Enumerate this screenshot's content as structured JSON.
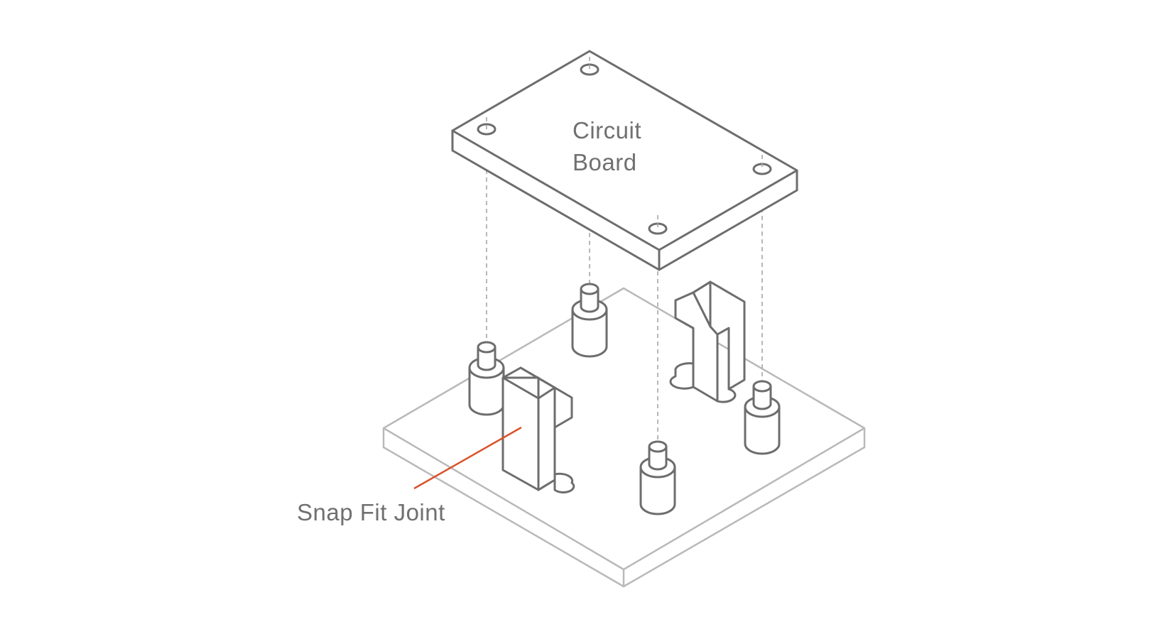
{
  "labels": {
    "board_line1": "Circuit",
    "board_line2": "Board",
    "snap_fit": "Snap Fit Joint"
  },
  "colors": {
    "background": "#ffffff",
    "part_stroke": "#6d6d6d",
    "base_stroke": "#b9b9b9",
    "guide_stroke": "#a6a6a6",
    "leader": "#d9532b",
    "label_text": "#707070"
  }
}
